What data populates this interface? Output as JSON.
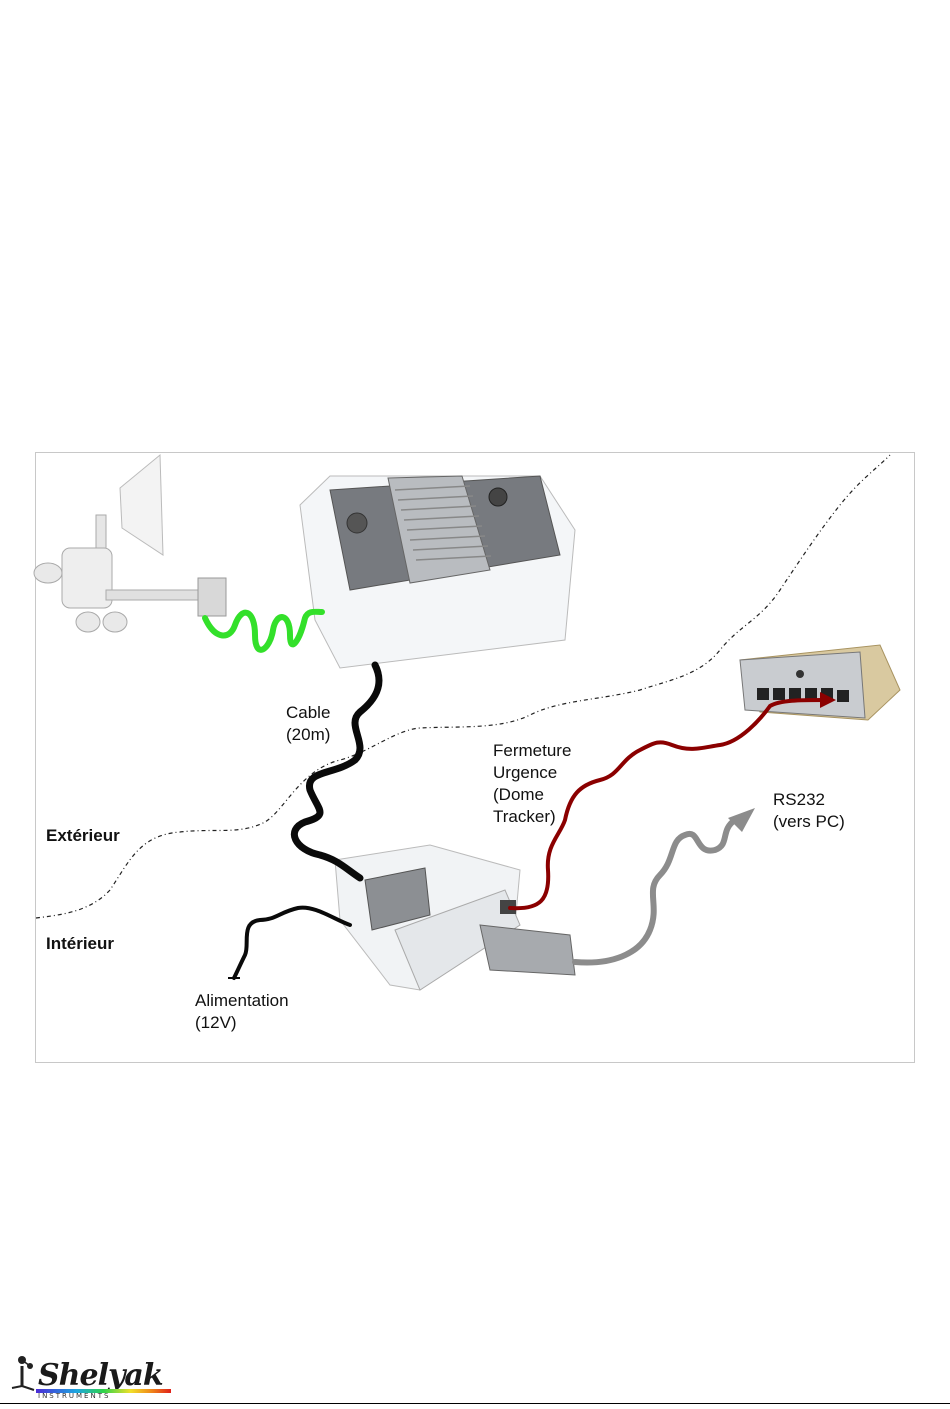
{
  "diagram": {
    "labels": {
      "cable": "Cable\n(20m)",
      "fermeture": "Fermeture\nUrgence\n(Dome\nTracker)",
      "rs232": "RS232\n(vers PC)",
      "alimentation": "Alimentation\n(12V)",
      "exterieur": "Extérieur",
      "interieur": "Intérieur"
    },
    "colors": {
      "sensor_cable": "#33e02a",
      "main_cable": "#0a0a0a",
      "emergency_cable": "#8b0000",
      "rs232_cable": "#8c8c8c",
      "boundary": "#222222"
    }
  },
  "footer": {
    "logo_text": "Shelyak",
    "logo_subtext": "INSTRUMENTS"
  }
}
